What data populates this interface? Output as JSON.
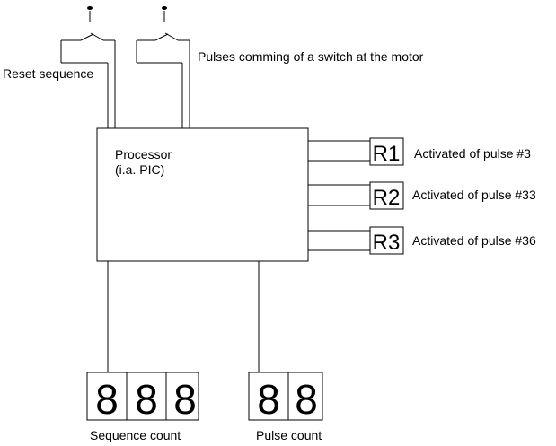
{
  "switches": {
    "reset_label": "Reset sequence",
    "pulses_label": "Pulses comming of a switch at the motor"
  },
  "processor": {
    "line1": "Processor",
    "line2": "(i.a. PIC)"
  },
  "relays": [
    {
      "id": "R1",
      "desc": "Activated of pulse #3"
    },
    {
      "id": "R2",
      "desc": "Activated of pulse #33"
    },
    {
      "id": "R3",
      "desc": "Activated of pulse #36"
    }
  ],
  "displays": {
    "sequence": {
      "digits": [
        "8",
        "8",
        "8"
      ],
      "label": "Sequence count"
    },
    "pulse": {
      "digits": [
        "8",
        "8"
      ],
      "label": "Pulse count"
    }
  }
}
